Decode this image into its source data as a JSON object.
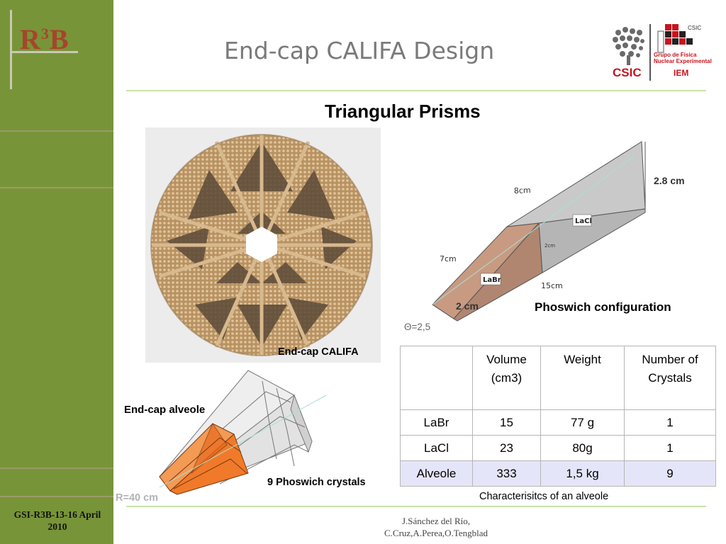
{
  "sidebar": {
    "logo": {
      "letters": "R3B",
      "prefix": "R",
      "superscript": "3",
      "suffix": "B"
    },
    "footer_line1": "GSI-R3B-13-16 April",
    "footer_line2": "2010"
  },
  "header": {
    "title": "End-cap CALIFA Design",
    "logos": {
      "csic": "CSIC",
      "group_line1": "Grupo de Física",
      "group_line2": "Nuclear Experimental",
      "iem": "IEM"
    }
  },
  "main": {
    "subtitle": "Triangular Prisms",
    "dome": {
      "caption": "End-cap CALIFA"
    },
    "prism": {
      "label_8cm": "8cm",
      "label_7cm": "7cm",
      "label_15cm": "15cm",
      "label_2cm_small": "2cm",
      "label_labr": "LaBr",
      "label_lacl": "LaCl",
      "dim_top": "2.8 cm",
      "dim_bottom": "2 cm",
      "theta": "Θ=2,5",
      "caption": "Phoswich configuration"
    },
    "table": {
      "headers": [
        "",
        "Volume\n(cm3)",
        "Weight",
        "Number of Crystals"
      ],
      "header_volume_line1": "Volume",
      "header_volume_line2": "(cm3)",
      "header_weight": "Weight",
      "header_count_line1": "Number of",
      "header_count_line2": "Crystals",
      "rows": [
        {
          "name": "LaBr",
          "volume": "15",
          "weight": "77 g",
          "count": "1"
        },
        {
          "name": "LaCl",
          "volume": "23",
          "weight": "80g",
          "count": "1"
        },
        {
          "name": "Alveole",
          "volume": "333",
          "weight": "1,5  kg",
          "count": "9"
        }
      ],
      "caption": "Characterisitcs of an alveole"
    },
    "alveole": {
      "title": "End-cap alveole",
      "crystals": "9 Phoswich crystals",
      "radius": "R=40 cm"
    }
  },
  "footer": {
    "authors_line1": "J.Sánchez del Río,",
    "authors_line2": "C.Cruz,A.Perea,O.Tengblad"
  },
  "colors": {
    "sidebar": "#789438",
    "title": "#7a7a7a",
    "logo_red": "#a7442c",
    "rule": "#c9e2a6",
    "highlight_row": "#e5e5fa",
    "prism_labr": "#c89a82",
    "alveole_orange": "#f07a2a"
  }
}
